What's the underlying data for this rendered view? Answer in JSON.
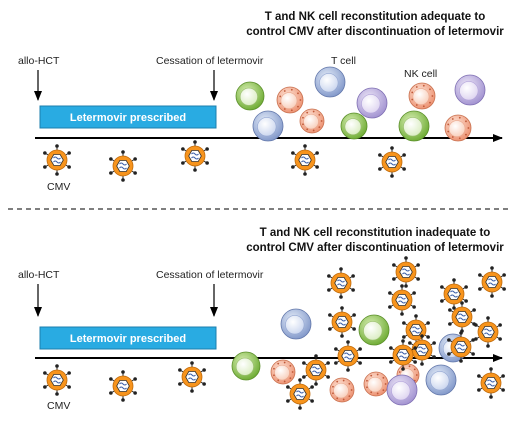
{
  "panels": {
    "top": {
      "title_line1": "T and NK cell reconstitution adequate to",
      "title_line2": "control CMV after discontinuation of letermovir",
      "allo_hct_label": "allo-HCT",
      "cessation_label": "Cessation of letermovir",
      "bar_label": "Letermovir prescribed",
      "t_cell_label": "T cell",
      "nk_cell_label": "NK cell",
      "cmv_label": "CMV"
    },
    "bottom": {
      "title_line1": "T and NK cell reconstitution inadequate to",
      "title_line2": "control CMV after discontinuation of letermovir",
      "allo_hct_label": "allo-HCT",
      "cessation_label": "Cessation of letermovir",
      "bar_label": "Letermovir prescribed",
      "cmv_label": "CMV"
    }
  },
  "colors": {
    "bar_fill": "#29abe2",
    "virus_shell": "#f7941d",
    "t_cell_green": "#8cc63f",
    "t_cell_blue": "#8fa8d8",
    "nk_cell_peach": "#f4a582",
    "cell_purple": "#b8a9d9"
  }
}
